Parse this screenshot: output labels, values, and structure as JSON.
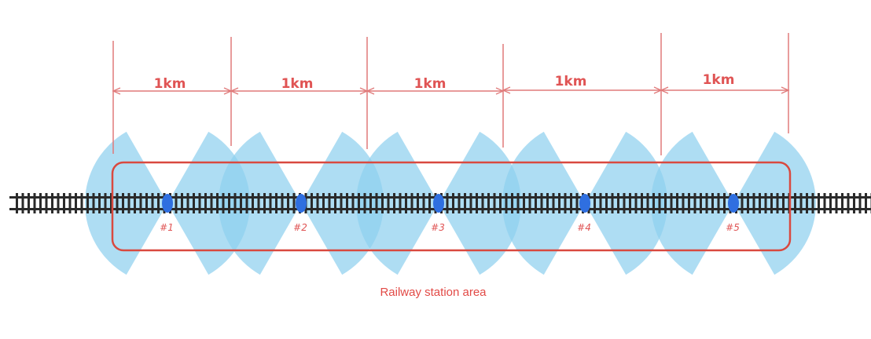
{
  "segments": [
    {
      "label": "1km"
    },
    {
      "label": "1km"
    },
    {
      "label": "1km"
    },
    {
      "label": "1km"
    },
    {
      "label": "1km"
    }
  ],
  "stations": [
    {
      "label": "#1"
    },
    {
      "label": "#2"
    },
    {
      "label": "#3"
    },
    {
      "label": "#4"
    },
    {
      "label": "#5"
    }
  ],
  "area_label": "Railway station area",
  "colors": {
    "dimension": "#e07a7a",
    "segment_text": "#e05454",
    "area_border": "#d9493f",
    "coverage": "#8fd0ee",
    "station": "#2f6fe0",
    "track": "#2a2a2a"
  }
}
